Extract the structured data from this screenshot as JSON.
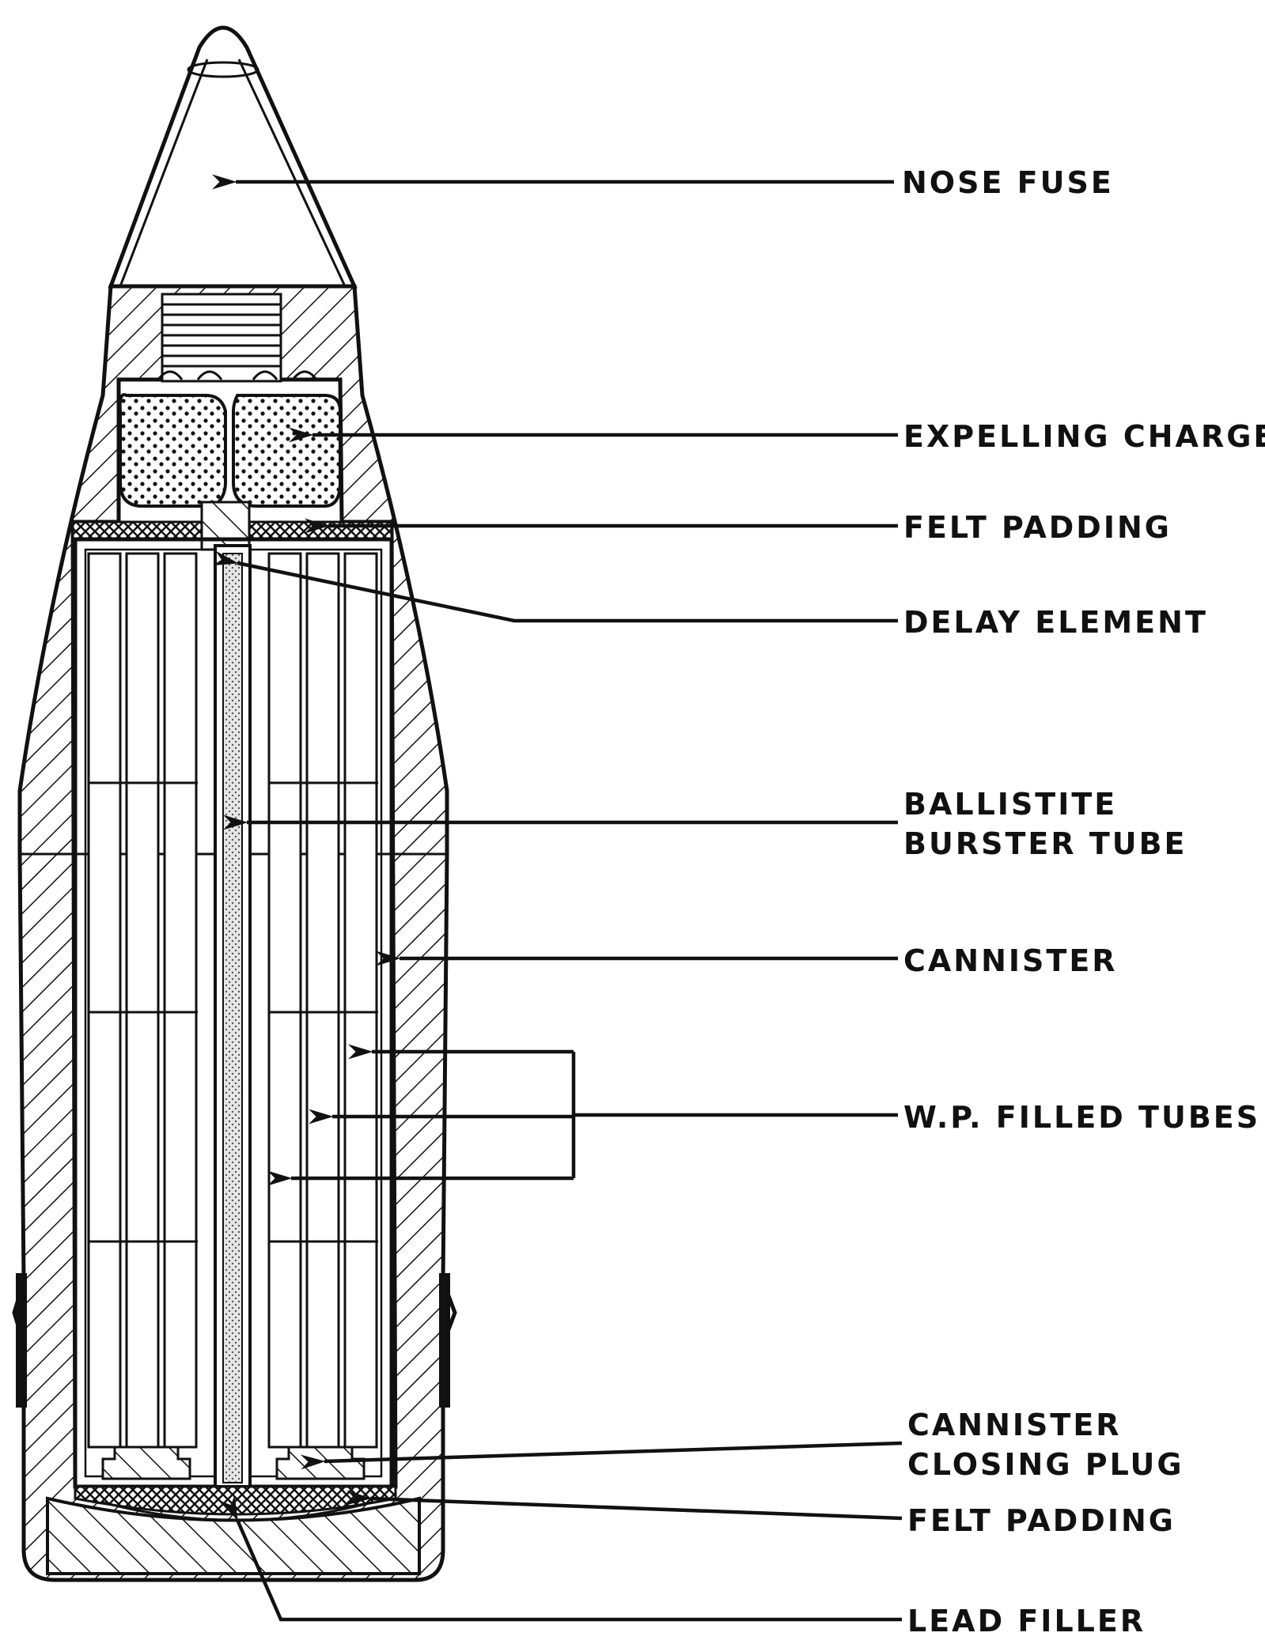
{
  "labels": {
    "nose_fuse": "NOSE FUSE",
    "expelling_charge": "EXPELLING CHARGE",
    "felt_padding_top": "FELT PADDING",
    "delay_element": "DELAY ELEMENT",
    "ballistite_line1": "BALLISTITE",
    "ballistite_line2": "BURSTER TUBE",
    "cannister": "CANNISTER",
    "wp_filled_tubes": "W.P. FILLED TUBES",
    "closing_plug_line1": "CANNISTER",
    "closing_plug_line2": "CLOSING PLUG",
    "felt_padding_bottom": "FELT PADDING",
    "lead_filler": "LEAD FILLER"
  },
  "colors": {
    "ink": "#111111",
    "paper": "#ffffff"
  }
}
